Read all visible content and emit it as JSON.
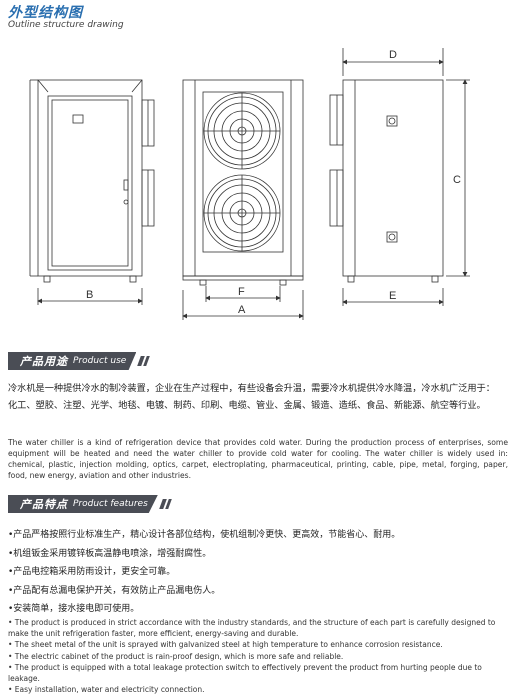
{
  "header": {
    "title_cn": "外型结构图",
    "title_en": "Outline structure drawing"
  },
  "drawing": {
    "labels": {
      "A": "A",
      "B": "B",
      "C": "C",
      "D": "D",
      "E": "E",
      "F": "F"
    }
  },
  "product_use": {
    "title_cn": "产品用途",
    "title_en": "Product use",
    "cn_lines": [
      "冷水机是一种提供冷水的制冷装置，企业在生产过程中，有些设备会升温，需要冷水机提供冷水降温，冷水机广泛用于：",
      "化工、塑胶、注塑、光学、地毯、电镀、制药、印刷、电缆、管业、金属、锻造、造纸、食品、新能源、航空等行业。"
    ],
    "en_text": "The water chiller is a kind of refrigeration device that provides cold water. During the production process of enterprises, some equipment will be heated and need the water chiller to provide cold water for cooling. The water chiller is widely used in: chemical, plastic, injection molding, optics, carpet, electroplating, pharmaceutical, printing, cable, pipe, metal, forging, paper, food, new energy, aviation and other industries."
  },
  "product_features": {
    "title_cn": "产品特点",
    "title_en": "Product features",
    "cn_items": [
      "•产品严格按照行业标准生产，精心设计各部位结构，使机组制冷更快、更高效，节能省心、耐用。",
      "•机组钣金采用镀锌板高温静电喷涂，增强耐腐性。",
      "•产品电控箱采用防雨设计，更安全可靠。",
      "•产品配有总漏电保护开关，有效防止产品漏电伤人。",
      "•安装简单，接水接电即可使用。"
    ],
    "en_items": [
      "• The product is produced in strict accordance with the industry standards, and the structure of each part is carefully designed to make the unit refrigeration faster, more efficient, energy-saving and durable.",
      "• The sheet metal of the unit is sprayed with galvanized steel at high temperature to enhance corrosion resistance.",
      "• The electric cabinet of the product is rain-proof design, which is more safe and reliable.",
      "• The product is equipped with a total leakage protection switch to effectively prevent the product from hurting people due to leakage.",
      "• Easy installation, water and electricity connection."
    ]
  }
}
